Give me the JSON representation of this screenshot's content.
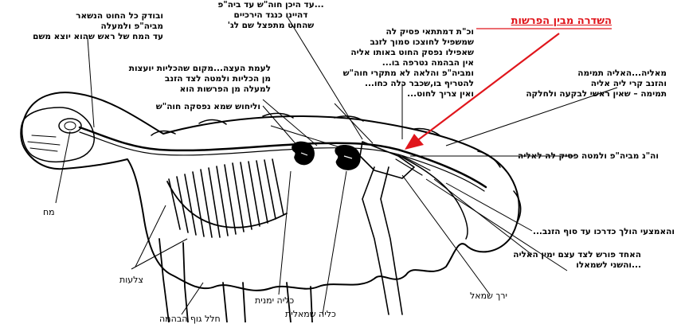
{
  "title": "השדרה מבין הפרשות",
  "colors": {
    "accent": "#e0161c",
    "ink": "#000000",
    "bg": "#ffffff"
  },
  "labels": {
    "top_left": [
      "ובודק כל החוט הנשאר",
      "מביה\"פ ולמעלה",
      "עד המח של ראש שהוא יוצא משם"
    ],
    "top_center": [
      "...עד היכן חוה\"ש עד ביה\"פ",
      "דהיינו כנגד הירכיים",
      "שהחוט מתפצל שם לג'"
    ],
    "right_block": [
      "וכ\"ת דמתתאי פסיק לה",
      "שמשפיל לחוצכו סמוך לזנב",
      "שאפילו נפסק החוט באותו אליה",
      "אין הבהמה נטרפה בו...",
      "ומביה\"פ והלאה לא מתקרי חוה\"ש",
      "להטריף בו,שכבר כלה כחו...",
      "ואין צריך לחוט..."
    ],
    "mid_left": [
      "לעמת העצה...מקום שהכליות יועצות",
      "מן הכליות ולמטה לצד הזנב",
      "למעלה מן הפרשות הוא"
    ],
    "spinal_cut": "וליחוש שמא נפסקה חוה\"ש",
    "far_right": [
      "מאליה...האליה תמימה",
      "והזנב קרי ליה אליה",
      "תמימה – שאין ראשי לבקעה ולחלקה"
    ],
    "spine_right": "וה\"נ מביה\"פ ולמטה פסיק לה לאליה",
    "tail_end": "והאמצעי הולך כדרכו עד סוף הזנב...",
    "tail_split": [
      "האחד פורש לצד עצם ימין האליה",
      "...והשני לשמאלו"
    ],
    "brain": "מח",
    "ribs": "צלעות",
    "right_kidney": "כליה ימנית",
    "left_kidney": "כליה שמאלית",
    "left_thigh": "ירך שמאל",
    "bottom_cut": "חלל גוף הבהמה"
  }
}
